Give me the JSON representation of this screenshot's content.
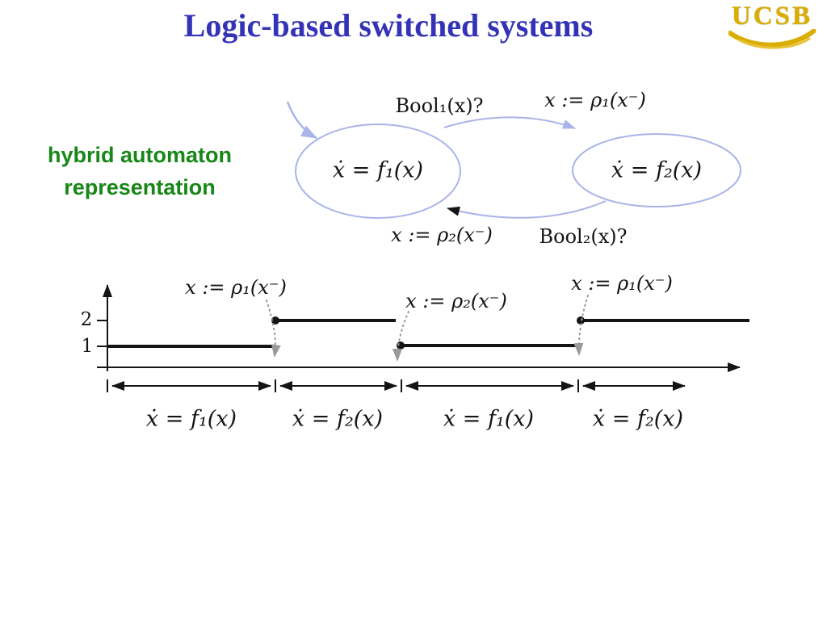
{
  "slide": {
    "title": "Logic-based switched systems",
    "logo": "UCSB"
  },
  "colors": {
    "title_blue": "#3433b8",
    "annotation_green": "#178717",
    "automaton_stroke": "#aab4e8",
    "logo_gold": "#d9ae00",
    "jump_arrow_gray": "#9a9a9a"
  },
  "annotation": {
    "line1": "hybrid automaton",
    "line2": "representation"
  },
  "automaton": {
    "state1": "ẋ = f₁(x)",
    "state2": "ẋ = f₂(x)",
    "guard1": "Bool₁(x)?",
    "reset1": "x := ρ₁(x⁻)",
    "reset2": "x := ρ₂(x⁻)",
    "guard2": "Bool₂(x)?"
  },
  "timeline": {
    "tick2": "2",
    "tick1": "1",
    "jump_labels": [
      "x := ρ₁(x⁻)",
      "x := ρ₂(x⁻)",
      "x := ρ₁(x⁻)"
    ],
    "interval_labels": [
      "ẋ = f₁(x)",
      "ẋ = f₂(x)",
      "ẋ = f₁(x)",
      "ẋ = f₂(x)"
    ]
  }
}
